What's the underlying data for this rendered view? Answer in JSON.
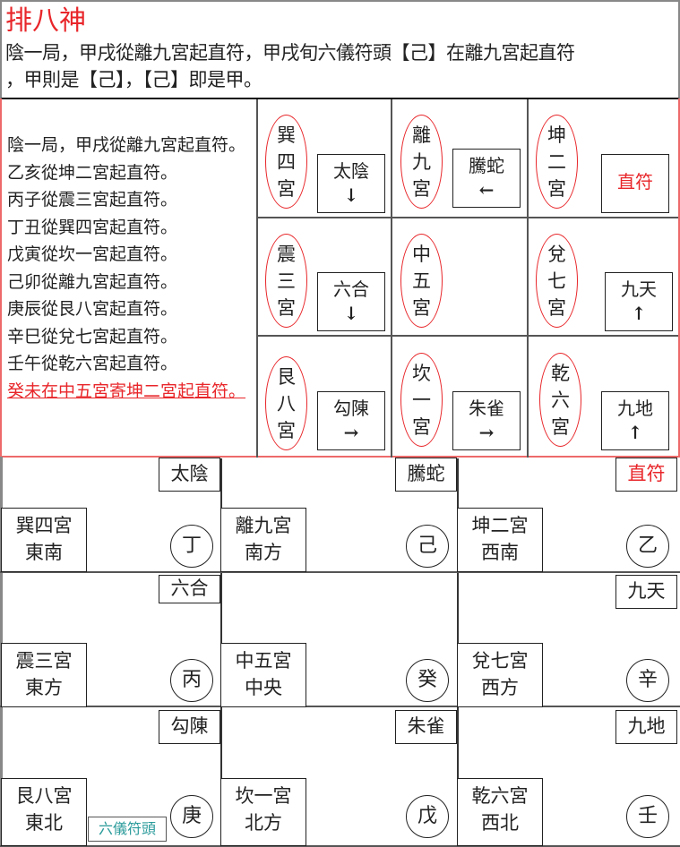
{
  "header": {
    "title": "排八神",
    "desc_line1": "陰一局，甲戌從離九宮起直符，甲戌旬六儀符頭【己】在離九宮起直符",
    "desc_line2": "，甲則是【己】，【己】即是甲。"
  },
  "rules": [
    "陰一局，甲戌從離九宮起直符。",
    "乙亥從坤二宮起直符。",
    "丙子從震三宮起直符。",
    "丁丑從巽四宮起直符。",
    "戊寅從坎一宮起直符。",
    "己卯從離九宮起直符。",
    "庚辰從艮八宮起直符。",
    "辛巳從兌七宮起直符。",
    "壬午從乾六宮起直符。",
    "癸未在中五宮寄坤二宮起直符。"
  ],
  "upper_grid": [
    {
      "palace": [
        "巽",
        "四",
        "宮"
      ],
      "god": "太陰",
      "arrow": "↓"
    },
    {
      "palace": [
        "離",
        "九",
        "宮"
      ],
      "god": "騰蛇",
      "arrow": "←"
    },
    {
      "palace": [
        "坤",
        "二",
        "宮"
      ],
      "god": "直符",
      "arrow": "",
      "highlight": true
    },
    {
      "palace": [
        "震",
        "三",
        "宮"
      ],
      "god": "六合",
      "arrow": "↓"
    },
    {
      "palace": [
        "中",
        "五",
        "宮"
      ],
      "god": "",
      "arrow": ""
    },
    {
      "palace": [
        "兌",
        "七",
        "宮"
      ],
      "god": "九天",
      "arrow": "↑"
    },
    {
      "palace": [
        "艮",
        "八",
        "宮"
      ],
      "god": "勾陳",
      "arrow": "→"
    },
    {
      "palace": [
        "坎",
        "一",
        "宮"
      ],
      "god": "朱雀",
      "arrow": "→"
    },
    {
      "palace": [
        "乾",
        "六",
        "宮"
      ],
      "god": "九地",
      "arrow": "↑"
    }
  ],
  "lower_grid": [
    {
      "palace": "巽四宮",
      "direction": "東南",
      "god": "太陰",
      "stem": "丁"
    },
    {
      "palace": "離九宮",
      "direction": "南方",
      "god": "騰蛇",
      "stem": "己"
    },
    {
      "palace": "坤二宮",
      "direction": "西南",
      "god": "直符",
      "stem": "乙",
      "highlight": true
    },
    {
      "palace": "震三宮",
      "direction": "東方",
      "god": "六合",
      "stem": "丙"
    },
    {
      "palace": "中五宮",
      "direction": "中央",
      "god": "",
      "stem": "癸"
    },
    {
      "palace": "兌七宮",
      "direction": "西方",
      "god": "九天",
      "stem": "辛"
    },
    {
      "palace": "艮八宮",
      "direction": "東北",
      "god": "勾陳",
      "stem": "庚"
    },
    {
      "palace": "坎一宮",
      "direction": "北方",
      "god": "朱雀",
      "stem": "戊"
    },
    {
      "palace": "乾六宮",
      "direction": "西北",
      "god": "九地",
      "stem": "壬"
    }
  ],
  "label_liuyi": "六儀符頭",
  "colors": {
    "accent_red": "#e8262a",
    "teal": "#2a9a9a"
  }
}
